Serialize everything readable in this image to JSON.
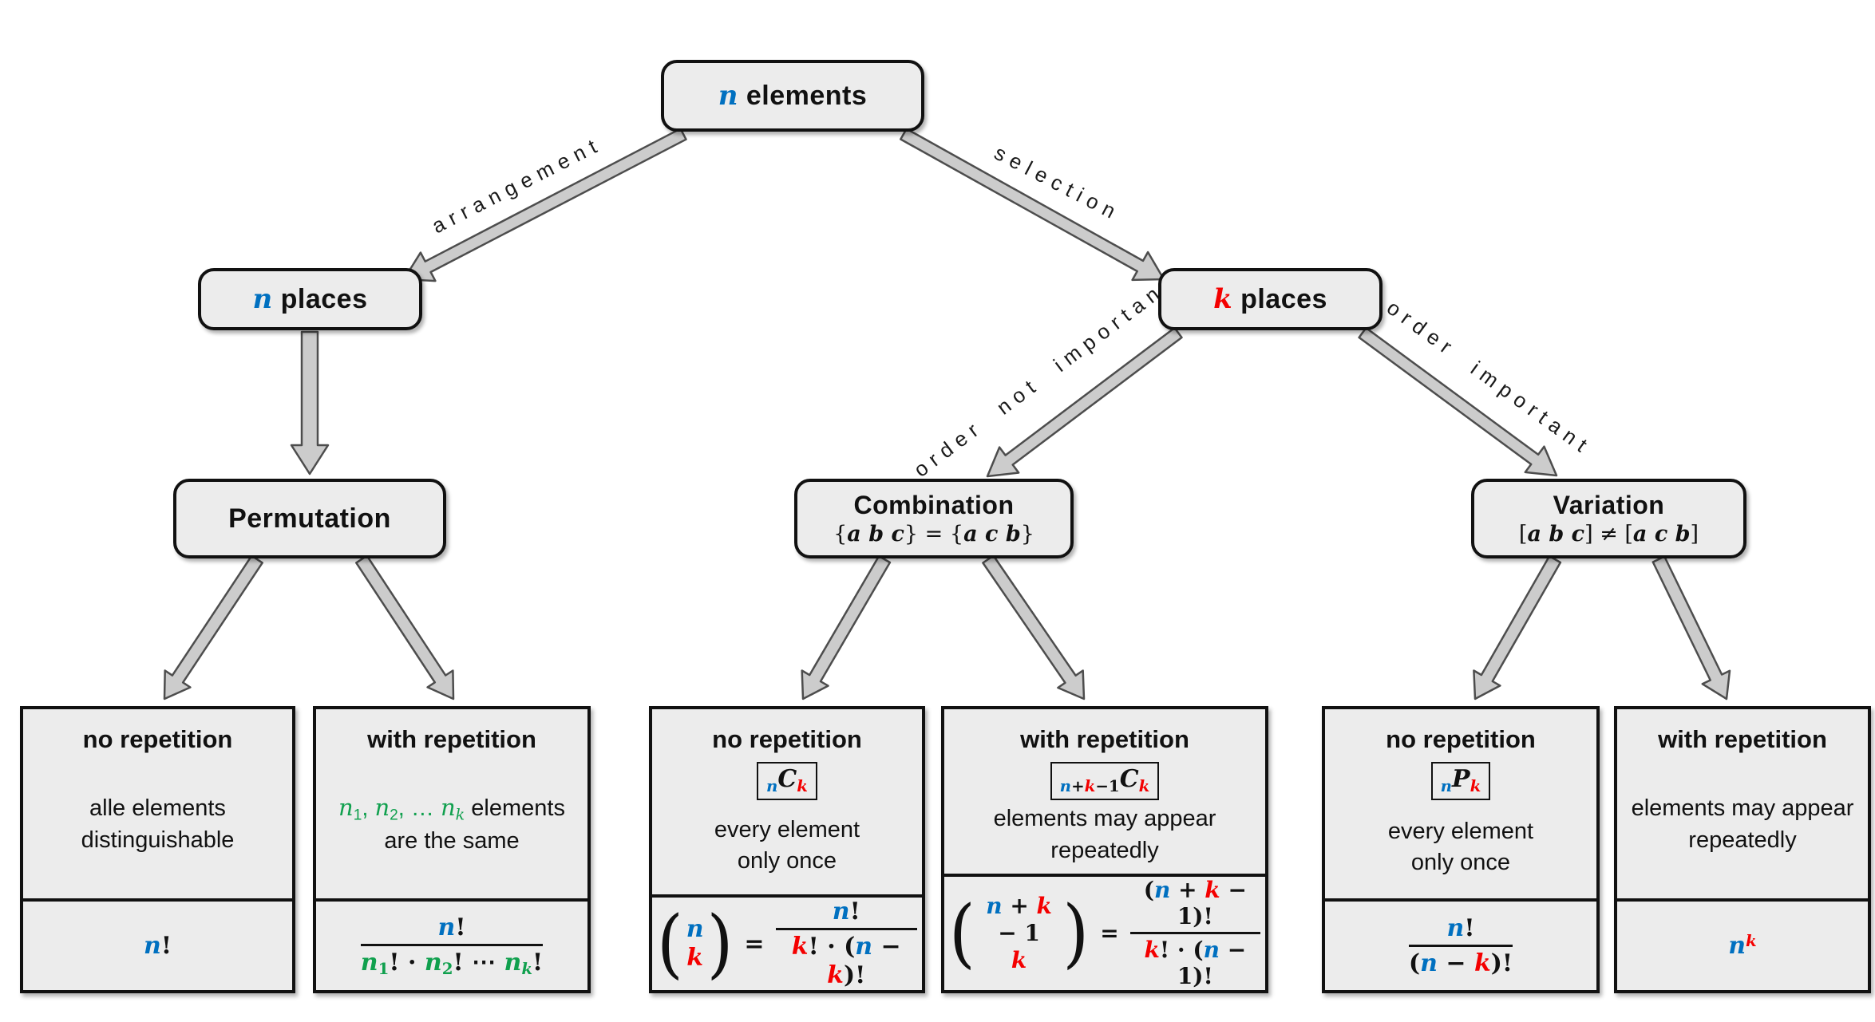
{
  "colors": {
    "blue": "#0070c0",
    "red": "#f40000",
    "green": "#10a04e",
    "box_fill": "#ececec",
    "box_border": "#111111",
    "arrow_fill": "#cccccc",
    "arrow_stroke": "#4d4d4d"
  },
  "root": {
    "tokens": [
      {
        "t": "n",
        "c": "b",
        "v": 1
      },
      {
        "t": " elements"
      }
    ]
  },
  "nodes": {
    "n_places": {
      "tokens": [
        {
          "t": "n",
          "c": "b",
          "v": 1
        },
        {
          "t": " places"
        }
      ]
    },
    "k_places": {
      "tokens": [
        {
          "t": "k",
          "c": "r",
          "v": 1
        },
        {
          "t": " places"
        }
      ]
    },
    "permutation": {
      "title": "Permutation"
    },
    "combination": {
      "title": "Combination",
      "subtitle_tokens": [
        {
          "t": "{"
        },
        {
          "t": "a b c",
          "v": 1
        },
        {
          "t": "} = {"
        },
        {
          "t": "a c b",
          "v": 1
        },
        {
          "t": "}"
        }
      ]
    },
    "variation": {
      "title": "Variation",
      "subtitle_tokens": [
        {
          "t": "["
        },
        {
          "t": "a b c",
          "v": 1
        },
        {
          "t": "] ≠ ["
        },
        {
          "t": "a c b",
          "v": 1
        },
        {
          "t": "]"
        }
      ]
    }
  },
  "edges": {
    "arrangement": "arrangement",
    "selection": "selection",
    "order_not_important": "order not important",
    "order_important": "order important"
  },
  "leaves": [
    {
      "group": "permutation",
      "title": "no repetition",
      "desc": [
        [
          {
            "t": "alle elements"
          }
        ],
        [
          {
            "t": "distinguishable"
          }
        ]
      ],
      "formula": {
        "type": "inline",
        "tokens": [
          {
            "t": "n",
            "c": "b",
            "v": 1
          },
          {
            "t": "!"
          }
        ]
      }
    },
    {
      "group": "permutation",
      "title": "with repetition",
      "desc": [
        [
          {
            "t": "n",
            "c": "g",
            "v": 1
          },
          {
            "t": "1",
            "c": "g",
            "s": "sub"
          },
          {
            "t": ", ",
            "c": "g"
          },
          {
            "t": "n",
            "c": "g",
            "v": 1
          },
          {
            "t": "2",
            "c": "g",
            "s": "sub"
          },
          {
            "t": ", … ",
            "c": "g"
          },
          {
            "t": "n",
            "c": "g",
            "v": 1
          },
          {
            "t": "k",
            "c": "g",
            "v": 1,
            "s": "sub"
          },
          {
            "t": " elements"
          }
        ],
        [
          {
            "t": "are the same"
          }
        ]
      ],
      "formula": {
        "type": "frac",
        "num": [
          {
            "t": "n",
            "c": "b",
            "v": 1
          },
          {
            "t": "!"
          }
        ],
        "den": [
          {
            "t": "n",
            "c": "g",
            "v": 1
          },
          {
            "t": "1",
            "c": "g",
            "s": "sub"
          },
          {
            "t": "! · "
          },
          {
            "t": "n",
            "c": "g",
            "v": 1
          },
          {
            "t": "2",
            "c": "g",
            "s": "sub"
          },
          {
            "t": "! ⋯ "
          },
          {
            "t": "n",
            "c": "g",
            "v": 1
          },
          {
            "t": "k",
            "c": "g",
            "v": 1,
            "s": "sub"
          },
          {
            "t": "!"
          }
        ]
      }
    },
    {
      "group": "combination",
      "title": "no repetition",
      "badge": [
        {
          "t": "n",
          "c": "b",
          "v": 1,
          "s": "sub"
        },
        {
          "t": "C",
          "v": 1
        },
        {
          "t": "k",
          "c": "r",
          "v": 1,
          "s": "sub"
        }
      ],
      "desc": [
        [
          {
            "t": "every element"
          }
        ],
        [
          {
            "t": "only once"
          }
        ]
      ],
      "formula": {
        "type": "binom_eq",
        "lparen": "(",
        "rparen": ")",
        "eq": "=",
        "top": [
          {
            "t": "n",
            "c": "b",
            "v": 1
          }
        ],
        "bottom": [
          {
            "t": "k",
            "c": "r",
            "v": 1
          }
        ],
        "num": [
          {
            "t": "n",
            "c": "b",
            "v": 1
          },
          {
            "t": "!"
          }
        ],
        "den": [
          {
            "t": "k",
            "c": "r",
            "v": 1
          },
          {
            "t": "! · ("
          },
          {
            "t": "n",
            "c": "b",
            "v": 1
          },
          {
            "t": " − "
          },
          {
            "t": "k",
            "c": "r",
            "v": 1
          },
          {
            "t": ")!"
          }
        ]
      }
    },
    {
      "group": "combination",
      "title": "with repetition",
      "badge": [
        {
          "t": "n",
          "c": "b",
          "v": 1,
          "s": "sub"
        },
        {
          "t": "+",
          "s": "sub"
        },
        {
          "t": "k",
          "c": "r",
          "v": 1,
          "s": "sub"
        },
        {
          "t": "−1",
          "s": "sub"
        },
        {
          "t": "C",
          "v": 1
        },
        {
          "t": "k",
          "c": "r",
          "v": 1,
          "s": "sub"
        }
      ],
      "desc": [
        [
          {
            "t": "elements may appear"
          }
        ],
        [
          {
            "t": "repeatedly"
          }
        ]
      ],
      "formula": {
        "type": "binom_eq",
        "lparen": "(",
        "rparen": ")",
        "eq": "=",
        "top": [
          {
            "t": "n",
            "c": "b",
            "v": 1
          },
          {
            "t": " + "
          },
          {
            "t": "k",
            "c": "r",
            "v": 1
          },
          {
            "t": " − 1"
          }
        ],
        "bottom": [
          {
            "t": "k",
            "c": "r",
            "v": 1
          }
        ],
        "num": [
          {
            "t": "("
          },
          {
            "t": "n",
            "c": "b",
            "v": 1
          },
          {
            "t": " + "
          },
          {
            "t": "k",
            "c": "r",
            "v": 1
          },
          {
            "t": " − 1)!"
          }
        ],
        "den": [
          {
            "t": "k",
            "c": "r",
            "v": 1
          },
          {
            "t": "! · ("
          },
          {
            "t": "n",
            "c": "b",
            "v": 1
          },
          {
            "t": " − 1)!"
          }
        ]
      }
    },
    {
      "group": "variation",
      "title": "no repetition",
      "badge": [
        {
          "t": "n",
          "c": "b",
          "v": 1,
          "s": "sub"
        },
        {
          "t": "P",
          "v": 1
        },
        {
          "t": "k",
          "c": "r",
          "v": 1,
          "s": "sub"
        }
      ],
      "desc": [
        [
          {
            "t": "every element"
          }
        ],
        [
          {
            "t": "only once"
          }
        ]
      ],
      "formula": {
        "type": "frac",
        "num": [
          {
            "t": "n",
            "c": "b",
            "v": 1
          },
          {
            "t": "!"
          }
        ],
        "den": [
          {
            "t": "("
          },
          {
            "t": "n",
            "c": "b",
            "v": 1
          },
          {
            "t": " − "
          },
          {
            "t": "k",
            "c": "r",
            "v": 1
          },
          {
            "t": ")!"
          }
        ]
      }
    },
    {
      "group": "variation",
      "title": "with repetition",
      "desc": [
        [
          {
            "t": "elements may appear"
          }
        ],
        [
          {
            "t": "repeatedly"
          }
        ]
      ],
      "formula": {
        "type": "inline",
        "tokens": [
          {
            "t": "n",
            "c": "b",
            "v": 1
          },
          {
            "t": "k",
            "c": "r",
            "v": 1,
            "s": "sup"
          }
        ]
      }
    }
  ]
}
